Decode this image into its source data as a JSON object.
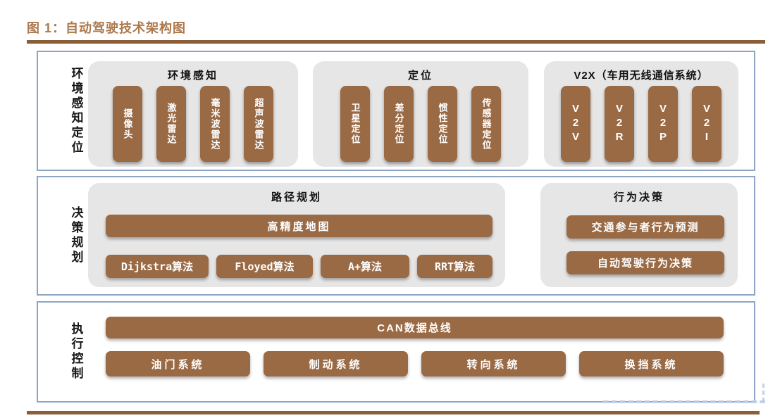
{
  "title": "图 1：自动驾驶技术架构图",
  "colors": {
    "pill_brown": "#9A6A45",
    "rule_brown": "#8B5E3A",
    "title_brown": "#AD784C",
    "panel_gray": "#E6E6E6",
    "section_border_blue": "#8FA5C6",
    "pill_text": "#FFFFFF"
  },
  "rows": [
    {
      "label": "环境感知定位",
      "groups": [
        {
          "title": "环境感知",
          "items": [
            "摄像头",
            "激光雷达",
            "毫米波雷达",
            "超声波雷达"
          ]
        },
        {
          "title": "定位",
          "items": [
            "卫星定位",
            "差分定位",
            "惯性定位",
            "传感器定位"
          ]
        },
        {
          "title": "V2X（车用无线通信系统）",
          "items": [
            "V2V",
            "V2R",
            "V2P",
            "V2I"
          ]
        }
      ]
    },
    {
      "label": "决策规划",
      "groups": [
        {
          "title": "路径规划",
          "bar": "高精度地图",
          "items": [
            "Dijkstra算法",
            "Floyed算法",
            "A+算法",
            "RRT算法"
          ]
        },
        {
          "title": "行为决策",
          "items": [
            "交通参与者行为预测",
            "自动驾驶行为决策"
          ]
        }
      ]
    },
    {
      "label": "执行控制",
      "bar": "CAN数据总线",
      "items": [
        "油门系统",
        "制动系统",
        "转向系统",
        "换挡系统"
      ]
    }
  ]
}
